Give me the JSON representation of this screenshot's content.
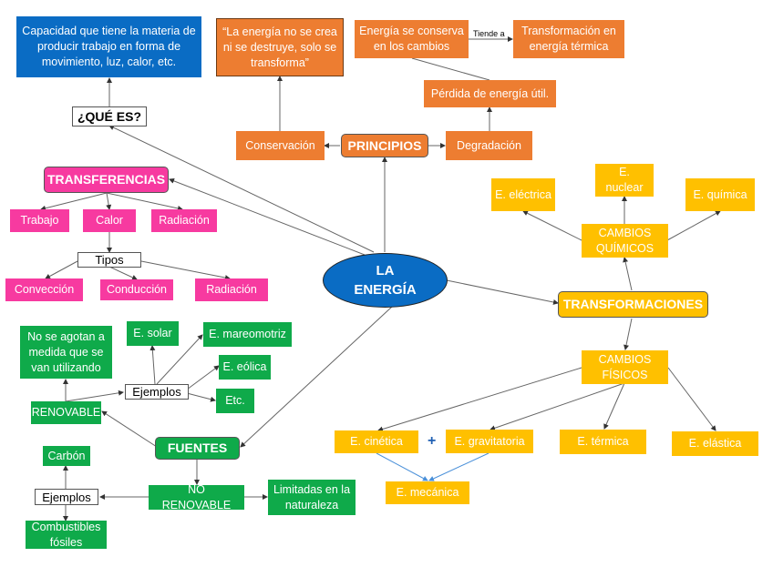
{
  "center": "LA\nENERGÍA",
  "que_es": {
    "label": "¿QUÉ ES?",
    "definition": "Capacidad que tiene la materia de producir trabajo en forma de movimiento, luz, calor, etc."
  },
  "principios": {
    "label": "PRINCIPIOS",
    "conservacion": "Conservación",
    "conservacion_quote": "“La energía no se crea ni se destruye, solo se transforma”",
    "degradacion": "Degradación",
    "perdida": "Pérdida de energía útil.",
    "se_conserva": "Energía se conserva en los cambios",
    "tiende_a": "Tiende a",
    "transformacion_termica": "Transformación en energía térmica"
  },
  "transferencias": {
    "label": "TRANSFERENCIAS",
    "items": [
      "Trabajo",
      "Calor",
      "Radiación"
    ],
    "tipos": "Tipos",
    "tipos_items": [
      "Convección",
      "Conducción",
      "Radiación"
    ]
  },
  "transformaciones": {
    "label": "TRANSFORMACIONES",
    "quimicos": "CAMBIOS QUÍMICOS",
    "quimicos_items": [
      "E. eléctrica",
      "E. nuclear",
      "E. química"
    ],
    "fisicos": "CAMBIOS FÍSICOS",
    "fisicos_items": [
      "E. cinética",
      "E. gravitatoria",
      "E. térmica",
      "E. elástica"
    ],
    "plus": "+",
    "mecanica": "E. mecánica"
  },
  "fuentes": {
    "label": "FUENTES",
    "renovable": "RENOVABLE",
    "renovable_desc": "No se agotan a medida que se van utilizando",
    "ejemplos": "Ejemplos",
    "renovable_examples": [
      "E. solar",
      "E. mareomotriz",
      "E. eólica",
      "Etc."
    ],
    "no_renovable": "NO RENOVABLE",
    "no_renovable_desc": "Limitadas en la naturaleza",
    "no_renovable_examples": [
      "Carbón",
      "Combustibles fósiles"
    ]
  },
  "colors": {
    "blue": "#0a6cc4",
    "orange": "#ed7d31",
    "pink": "#f73aa0",
    "yellow": "#ffc000",
    "green": "#0faa4a"
  }
}
